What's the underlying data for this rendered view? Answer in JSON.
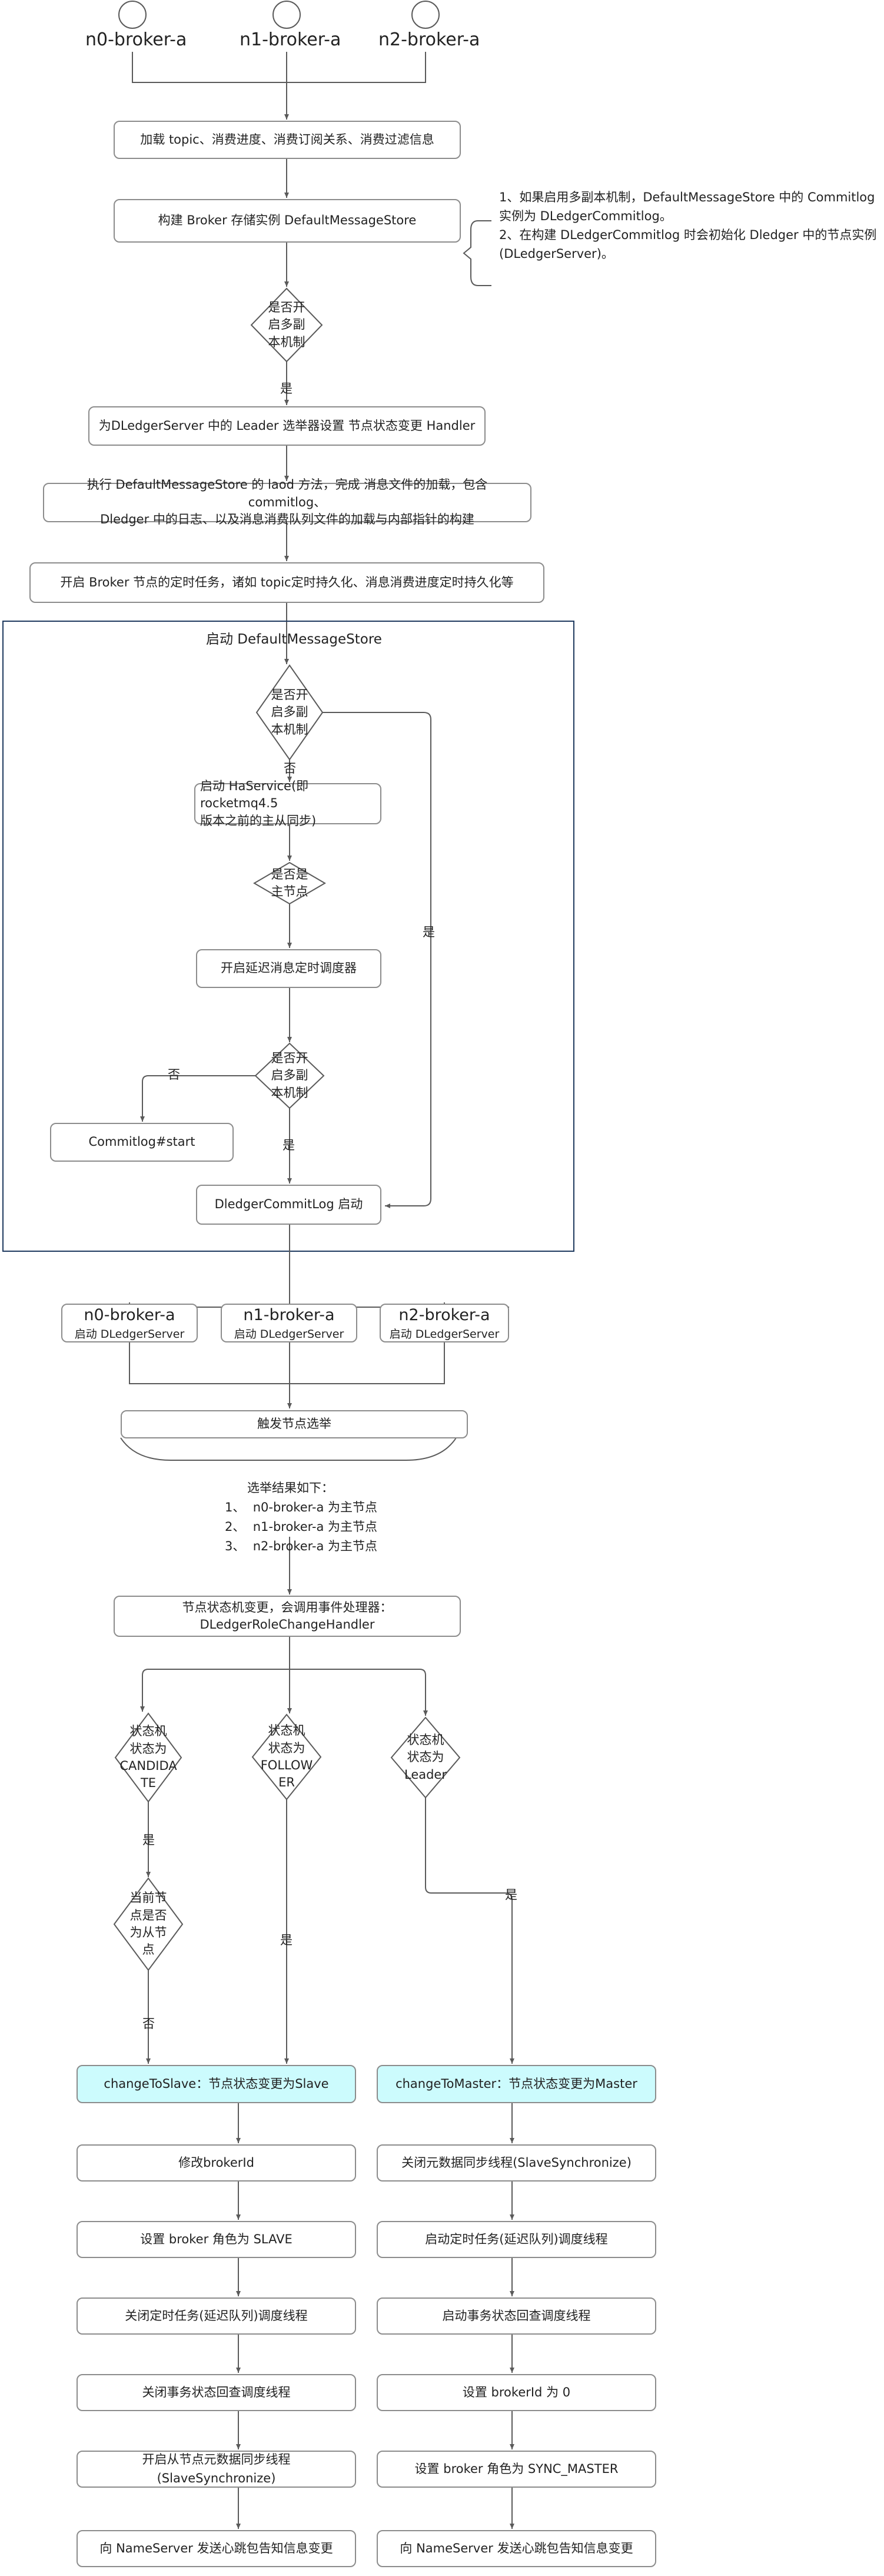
{
  "top_nodes": [
    "n0-broker-a",
    "n1-broker-a",
    "n2-broker-a"
  ],
  "steps": {
    "load": "加载 topic、消费进度、消费订阅关系、消费过滤信息",
    "build_store": "构建 Broker 存储实例 DefaultMessageStore",
    "note_line1": "1、如果启用多副本机制，DefaultMessageStore 中的 Commitlog",
    "note_line2": "实例为 DLedgerCommitlog。",
    "note_line3": "2、在构建 DLedgerCommitlog 时会初始化 Dledger 中的节点实例",
    "note_line4": "(DLedgerServer)。",
    "diamond_multi": "是否开\n启多副\n本机制",
    "yes": "是",
    "no": "否",
    "set_handler": "为DLedgerServer 中的 Leader 选举器设置 节点状态变更 Handler",
    "laod_line1": "执行 DefaultMessageStore 的 laod 方法，完成 消息文件的加载，包含 commitlog、",
    "laod_line2": "Dledger 中的日志、以及消息消费队列文件的加载与内部指针的构建",
    "timers": "开启 Broker 节点的定时任务，诸如 topic定时持久化、消息消费进度定时持久化等"
  },
  "start_store": {
    "title": "启动 DefaultMessageStore",
    "ha_line1": "启动 HaService(即 rocketmq4.5",
    "ha_line2": "版本之前的主从同步)",
    "diamond_master": "是否是\n主节点",
    "delay_scheduler": "开启延迟消息定时调度器",
    "commitlog_start": "Commitlog#start",
    "dledger_start": "DledgerCommitLog 启动"
  },
  "servers": [
    {
      "name": "n0-broker-a",
      "sub": "启动 DLedgerServer"
    },
    {
      "name": "n1-broker-a",
      "sub": "启动 DLedgerServer"
    },
    {
      "name": "n2-broker-a",
      "sub": "启动 DLedgerServer"
    }
  ],
  "election": {
    "trigger": "触发节点选举",
    "result_title": "选举结果如下：",
    "results": [
      "1、  n0-broker-a 为主节点",
      "2、  n1-broker-a 为主节点",
      "3、  n2-broker-a 为主节点"
    ],
    "change_line1": "节点状态机变更，会调用事件处理器：",
    "change_line2": "DLedgerRoleChangeHandler"
  },
  "states": {
    "candidate": "状态机\n状态为\nCANDIDA\nTE",
    "follower": "状态机\n状态为\nFOLLOW\nER",
    "leader": "状态机\n状态为\nLeader",
    "is_slave": "当前节\n点是否\n为从节\n点"
  },
  "slave_steps": [
    "changeToSlave：节点状态变更为Slave",
    "修改brokerId",
    "设置 broker 角色为 SLAVE",
    "关闭定时任务(延迟队列)调度线程",
    "关闭事务状态回查调度线程",
    "开启从节点元数据同步线程(SlaveSynchronize)",
    "向 NameServer 发送心跳包告知信息变更"
  ],
  "master_steps": [
    "changeToMaster：节点状态变更为Master",
    "关闭元数据同步线程(SlaveSynchronize)",
    "启动定时任务(延迟队列)调度线程",
    "启动事务状态回查调度线程",
    "设置 brokerId 为 0",
    "设置 broker 角色为 SYNC_MASTER",
    "向 NameServer 发送心跳包告知信息变更"
  ],
  "colors": {
    "line": "#5a5a5a",
    "frame": "#1f3a5f",
    "cyan": "#ccfbfd",
    "border": "#8c8c8c"
  }
}
